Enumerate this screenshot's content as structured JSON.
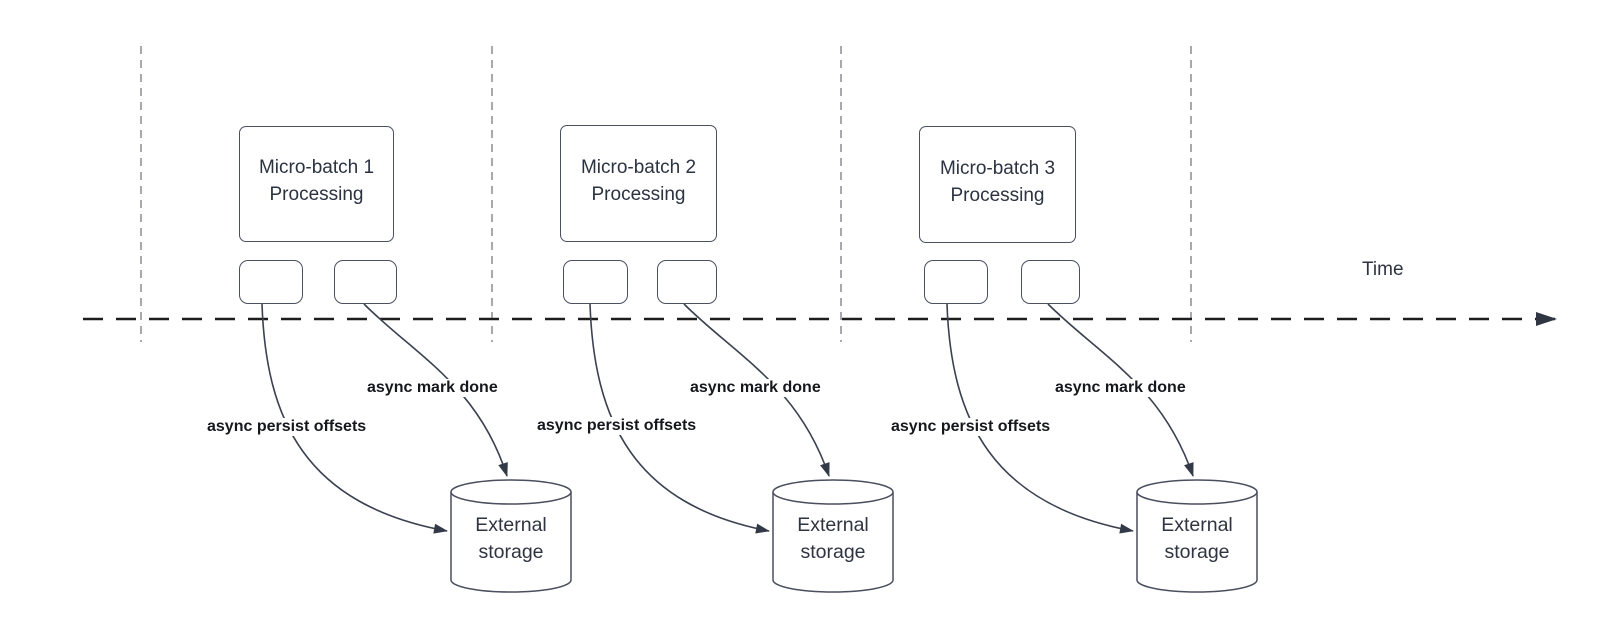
{
  "canvas": {
    "time_label": "Time"
  },
  "clusters": [
    {
      "title_line1": "Micro-batch 1",
      "title_line2": "Processing",
      "persist_label": "async persist offsets",
      "markdone_label": "async mark done",
      "storage_label": "External storage"
    },
    {
      "title_line1": "Micro-batch 2",
      "title_line2": "Processing",
      "persist_label": "async persist offsets",
      "markdone_label": "async mark done",
      "storage_label": "External storage"
    },
    {
      "title_line1": "Micro-batch 3",
      "title_line2": "Processing",
      "persist_label": "async persist offsets",
      "markdone_label": "async mark done",
      "storage_label": "External storage"
    }
  ],
  "colors": {
    "arrow_dark": "#3a4150",
    "gridline_gray": "#a8a8ae",
    "timeline_black": "#1d1d1d",
    "box_border": "#4a5060",
    "text_dark": "#2b3240",
    "label_black": "#16181d",
    "background": "#ffffff"
  }
}
